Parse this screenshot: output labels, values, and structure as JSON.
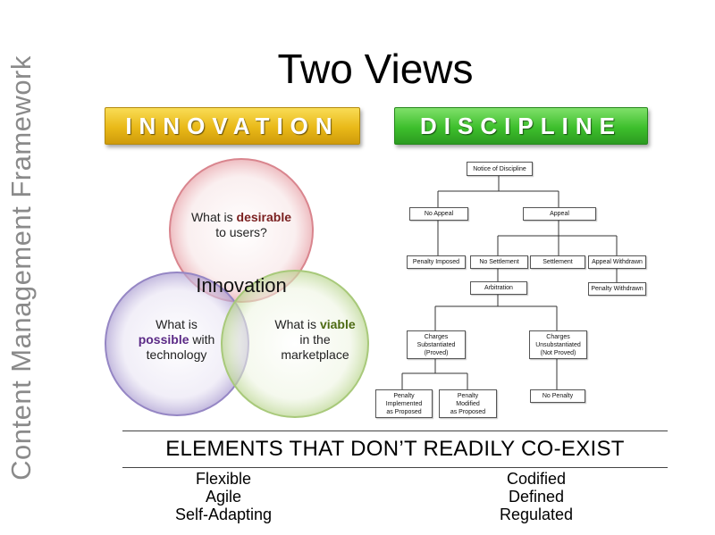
{
  "side_title": "Content Management Framework",
  "title": "Two Views",
  "banners": {
    "innovation": "INNOVATION",
    "discipline": "DISCIPLINE"
  },
  "venn": {
    "top": {
      "pre": "What is ",
      "key": "desirable",
      "post": "to users?",
      "key_color": "#7a1f1f"
    },
    "left": {
      "pre": "What is",
      "key": "possible",
      "post_inline": " with",
      "post": "technology",
      "key_color": "#5b2a86"
    },
    "right": {
      "pre": "What is ",
      "key": "viable",
      "post_line": "in the",
      "post": "marketplace",
      "key_color": "#4d6b12"
    },
    "center": "Innovation",
    "colors": {
      "top": "#e7a0a6",
      "left": "#a99bd0",
      "right": "#b9d58e"
    }
  },
  "flowchart": {
    "notice": "Notice of Discipline",
    "no_appeal": "No Appeal",
    "appeal": "Appeal",
    "penalty_imposed": "Penalty Imposed",
    "no_settlement": "No Settlement",
    "settlement": "Settlement",
    "appeal_withdrawn": "Appeal Withdrawn",
    "arbitration": "Arbitration",
    "penalty_withdrawn": "Penalty Withdrawn",
    "charges_sub_1": "Charges",
    "charges_sub_2": "Substantiated",
    "charges_sub_3": "(Proved)",
    "charges_unsub_1": "Charges",
    "charges_unsub_2": "Unsubstantiated",
    "charges_unsub_3": "(Not Proved)",
    "penalty_impl_1": "Penalty",
    "penalty_impl_2": "Implemented",
    "penalty_impl_3": "as Proposed",
    "penalty_mod_1": "Penalty",
    "penalty_mod_2": "Modified",
    "penalty_mod_3": "as Proposed",
    "no_penalty": "No Penalty"
  },
  "elements_heading": "ELEMENTS THAT DON’T READILY CO-EXIST",
  "innovation_traits": [
    "Flexible",
    "Agile",
    "Self-Adapting"
  ],
  "discipline_traits": [
    "Codified",
    "Defined",
    "Regulated"
  ]
}
